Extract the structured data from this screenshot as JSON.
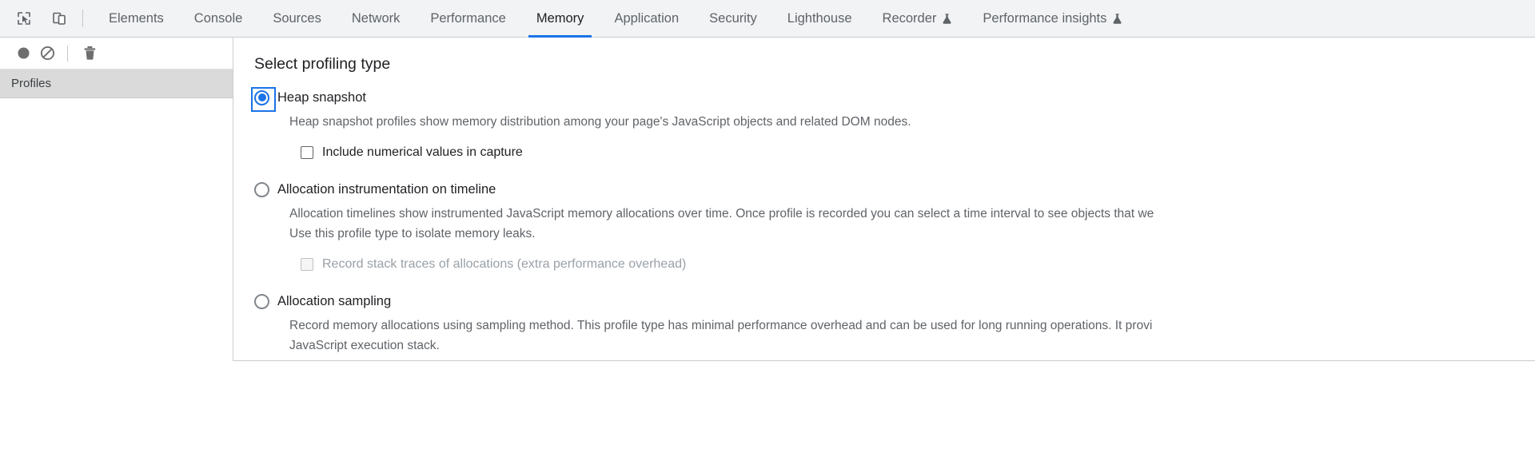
{
  "toolbar": {
    "inspect_icon": "inspect-cursor-icon",
    "device_icon": "device-toggle-icon"
  },
  "tabs": [
    {
      "label": "Elements",
      "active": false,
      "experimental": false
    },
    {
      "label": "Console",
      "active": false,
      "experimental": false
    },
    {
      "label": "Sources",
      "active": false,
      "experimental": false
    },
    {
      "label": "Network",
      "active": false,
      "experimental": false
    },
    {
      "label": "Performance",
      "active": false,
      "experimental": false
    },
    {
      "label": "Memory",
      "active": true,
      "experimental": false
    },
    {
      "label": "Application",
      "active": false,
      "experimental": false
    },
    {
      "label": "Security",
      "active": false,
      "experimental": false
    },
    {
      "label": "Lighthouse",
      "active": false,
      "experimental": false
    },
    {
      "label": "Recorder",
      "active": false,
      "experimental": true
    },
    {
      "label": "Performance insights",
      "active": false,
      "experimental": true
    }
  ],
  "sidebar": {
    "buttons": [
      {
        "name": "record-button",
        "icon": "record-circle-icon"
      },
      {
        "name": "clear-button",
        "icon": "ban-circle-icon"
      },
      {
        "name": "trash-button",
        "icon": "trash-icon"
      }
    ],
    "section_title": "Profiles"
  },
  "main": {
    "heading": "Select profiling type",
    "options": [
      {
        "label": "Heap snapshot",
        "selected": true,
        "focused": true,
        "description_lines": [
          "Heap snapshot profiles show memory distribution among your page's JavaScript objects and related DOM nodes."
        ],
        "sub_option": {
          "label": "Include numerical values in capture",
          "checked": false,
          "disabled": false
        }
      },
      {
        "label": "Allocation instrumentation on timeline",
        "selected": false,
        "focused": false,
        "description_lines": [
          "Allocation timelines show instrumented JavaScript memory allocations over time. Once profile is recorded you can select a time interval to see objects that we",
          "Use this profile type to isolate memory leaks."
        ],
        "sub_option": {
          "label": "Record stack traces of allocations (extra performance overhead)",
          "checked": false,
          "disabled": true
        }
      },
      {
        "label": "Allocation sampling",
        "selected": false,
        "focused": false,
        "description_lines": [
          "Record memory allocations using sampling method. This profile type has minimal performance overhead and can be used for long running operations. It provi",
          "JavaScript execution stack."
        ],
        "sub_option": null
      }
    ]
  },
  "colors": {
    "accent": "#1a73e8",
    "tabbar_bg": "#f1f3f4",
    "tab_text": "#5f6368",
    "active_tab_text": "#202124",
    "sidebar_header_bg": "#dadada",
    "description_text": "#5f6368",
    "disabled_text": "#9aa0a6"
  }
}
